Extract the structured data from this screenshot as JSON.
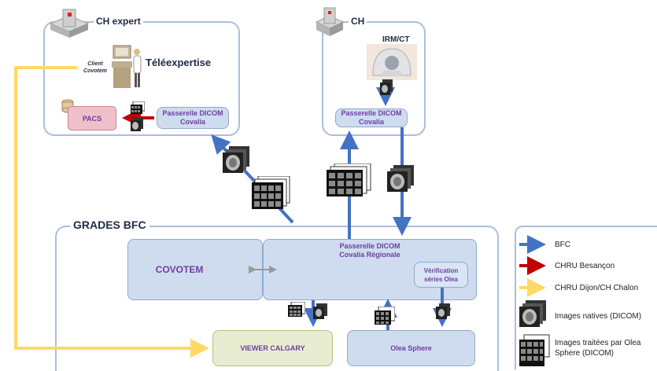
{
  "ch_expert": {
    "title": "CH expert",
    "client_label": "Client\nCovotem",
    "teleexpertise": "Téléexpertise",
    "pacs": "PACS",
    "passerelle": "Passerelle DICOM\nCovalia"
  },
  "ch": {
    "title": "CH",
    "modality": "IRM/CT",
    "passerelle": "Passerelle DICOM\nCovalia"
  },
  "grades": {
    "title": "GRADES BFC",
    "covotem": "COVOTEM",
    "passerelle_regionale": "Passerelle DICOM\nCovalia Régionale",
    "verification": "Vérification\nséries Olea",
    "viewer": "VIEWER CALGARY",
    "olea": "Olea Sphere"
  },
  "legend": {
    "items": [
      {
        "label": "BFC",
        "color": "#4472c4"
      },
      {
        "label": "CHRU Besançon",
        "color": "#c00000"
      },
      {
        "label": "CHRU Dijon/CH Chalon",
        "color": "#ffd966"
      },
      {
        "label": "Images natives (DICOM)",
        "icon": "brain-scan-stack-icon"
      },
      {
        "label": "Images traitées par Olea\nSphere (DICOM)",
        "icon": "image-grid-stack-icon"
      }
    ]
  },
  "colors": {
    "bfc": "#4472c4",
    "besancon": "#c00000",
    "dijon": "#ffd966",
    "frame": "#a9bfdc",
    "box_fill": "#cfdcf0"
  }
}
